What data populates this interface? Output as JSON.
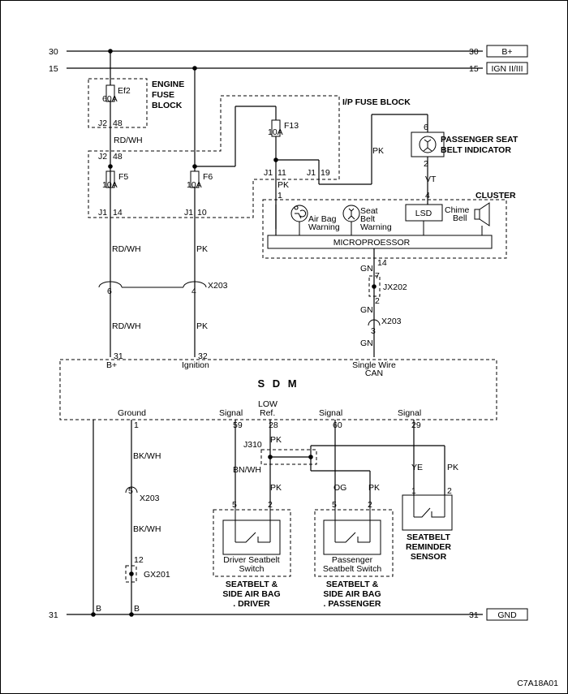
{
  "rails": {
    "b_plus": {
      "left_num": "30",
      "right_num": "30",
      "label": "B+"
    },
    "ign": {
      "left_num": "15",
      "right_num": "15",
      "label": "IGN II/III"
    },
    "gnd": {
      "left_num": "31",
      "right_num": "31",
      "label": "GND"
    }
  },
  "engine_fuse_block": {
    "title_line1": "ENGINE",
    "title_line2": "FUSE",
    "title_line3": "BLOCK",
    "fuse_name": "Ef2",
    "fuse_rating": "60A",
    "conn": "J2",
    "pin": "48"
  },
  "ip_fuse_block": {
    "title": "I/P FUSE BLOCK",
    "in_conn": "J2",
    "in_pin": "48",
    "f5_name": "F5",
    "f5_rating": "10A",
    "f5_conn": "J1",
    "f5_pin": "14",
    "f6_name": "F6",
    "f6_rating": "10A",
    "f6_conn": "J1",
    "f6_pin": "10",
    "f13_name": "F13",
    "f13_rating": "10A",
    "j1_11_conn": "J1",
    "j1_11_pin": "11",
    "j1_19_conn": "J1",
    "j1_19_pin": "19"
  },
  "wires": {
    "rdwh_1": "RD/WH",
    "rdwh_2": "RD/WH",
    "rdwh_3": "RD/WH",
    "pk_ign_1": "PK",
    "pk_ign_2": "PK",
    "pk_cluster": "PK",
    "pk_indicator": "PK",
    "vt": "VT",
    "gn_1": "GN",
    "gn_2": "GN",
    "gn_3": "GN",
    "bkwh_1": "BK/WH",
    "bkwh_2": "BK/WH",
    "bnwh": "BN/WH",
    "pk_j310": "PK",
    "pk_driver": "PK",
    "og": "OG",
    "pk_pass": "PK",
    "ye": "YE",
    "pk_sensor": "PK"
  },
  "passenger_indicator": {
    "title_line1": "PASSENGER SEAT",
    "title_line2": "BELT INDICATOR",
    "pin_top": "6",
    "pin_bottom": "2",
    "icon": "seatbelt-person-icon"
  },
  "cluster": {
    "title": "CLUSTER",
    "pin_1": "1",
    "pin_4": "4",
    "pin_14": "14",
    "airbag_line1": "Air Bag",
    "airbag_line2": "Warning",
    "seatbelt_line1": "Seat",
    "seatbelt_line2": "Belt",
    "seatbelt_line3": "Warning",
    "lsd": "LSD",
    "chime_line1": "Chime",
    "chime_line2": "Bell",
    "micro": "MICROPROESSOR"
  },
  "connectors": {
    "x203_a": "X203",
    "x203_a_pin6": "6",
    "x203_a_pin4": "4",
    "jx202": "JX202",
    "jx202_pin7": "7",
    "jx202_pin2": "2",
    "x203_b": "X203",
    "x203_b_pin": "3",
    "x203_c": "X203",
    "x203_c_pin": "5",
    "gx201": "GX201",
    "gx201_pin": "12",
    "j310": "J310",
    "ground_b1": "B",
    "ground_b2": "B"
  },
  "sdm": {
    "title": "S D M",
    "pin_31": "31",
    "b_plus": "B+",
    "pin_32": "32",
    "ignition": "Ignition",
    "swcan_line1": "Single Wire",
    "swcan_line2": "CAN",
    "ground": "Ground",
    "ground_pin": "1",
    "signal_59": "Signal",
    "pin_59": "59",
    "low_ref_line1": "LOW",
    "low_ref_line2": "Ref.",
    "pin_28": "28",
    "signal_60": "Signal",
    "pin_60": "60",
    "signal_29": "Signal",
    "pin_29": "29"
  },
  "driver_switch": {
    "pin_5": "5",
    "pin_2": "2",
    "name_line1": "Driver Seatbelt",
    "name_line2": "Switch",
    "group_line1": "SEATBELT &",
    "group_line2": "SIDE AIR BAG",
    "group_line3": ". DRIVER"
  },
  "passenger_switch": {
    "pin_5": "5",
    "pin_2": "2",
    "name_line1": "Passenger",
    "name_line2": "Seatbelt Switch",
    "group_line1": "SEATBELT &",
    "group_line2": "SIDE AIR BAG",
    "group_line3": ". PASSENGER"
  },
  "reminder_sensor": {
    "pin_1": "1",
    "pin_2": "2",
    "title_line1": "SEATBELT",
    "title_line2": "REMINDER",
    "title_line3": "SENSOR"
  },
  "figure_code": "C7A18A01"
}
